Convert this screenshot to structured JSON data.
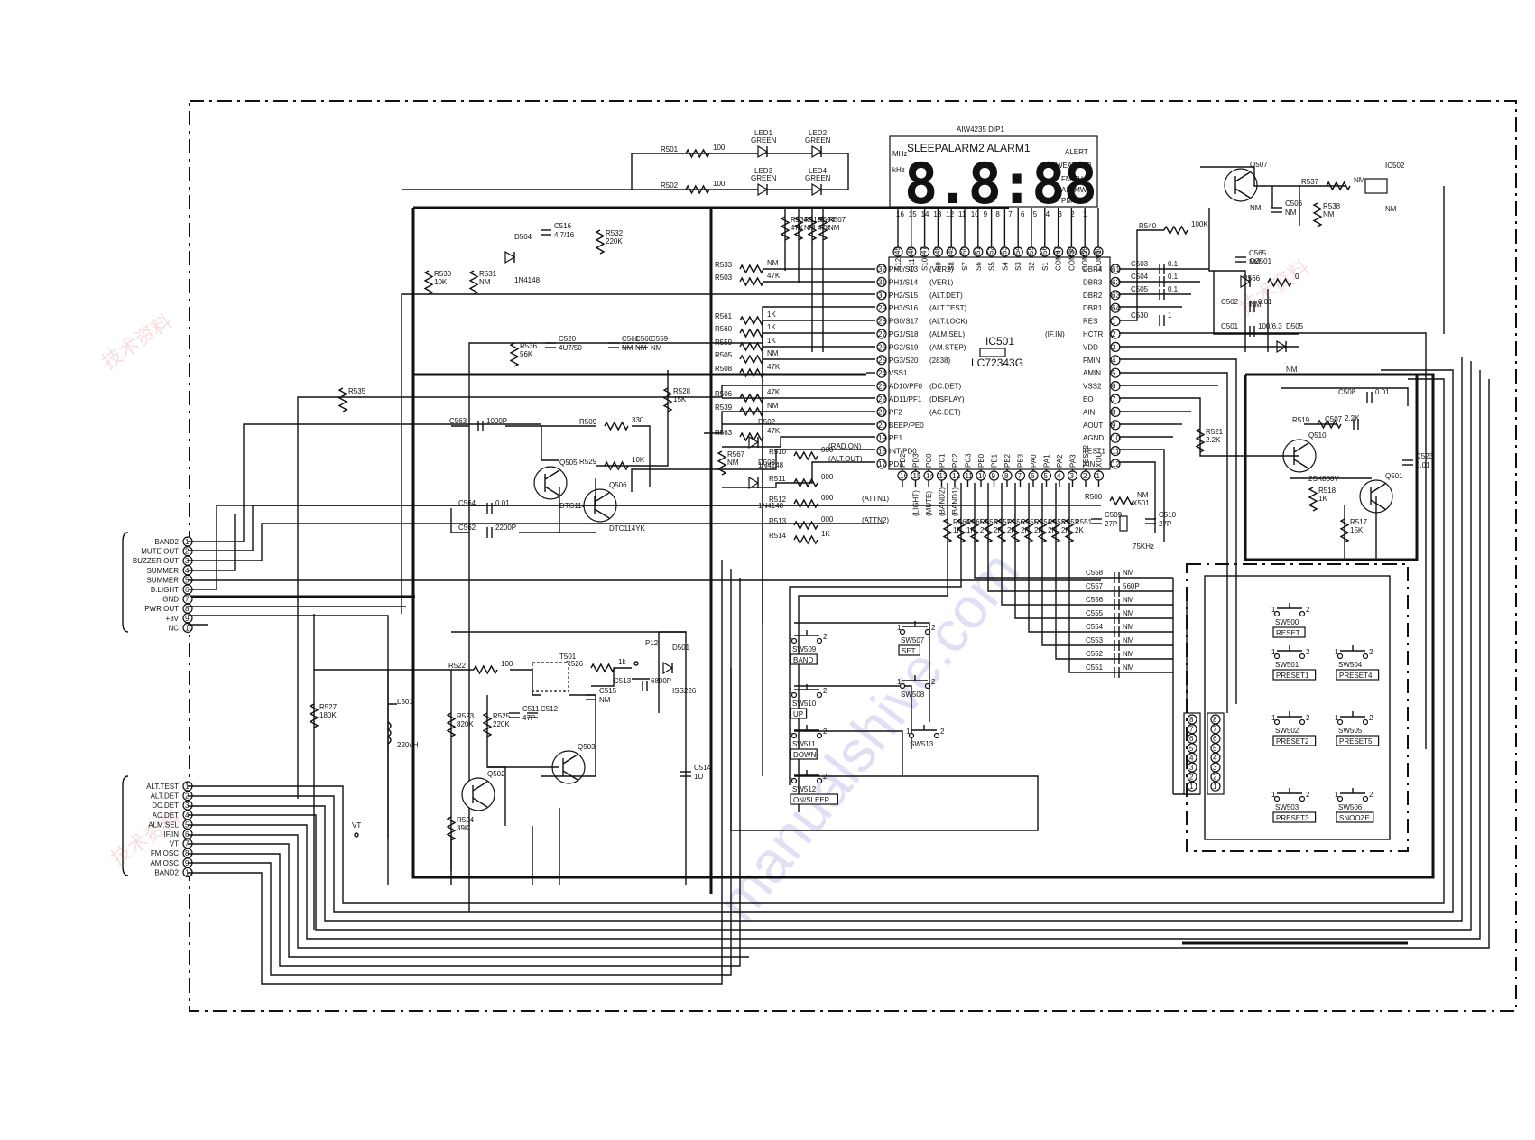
{
  "ic501": {
    "ref": "IC501",
    "part": "LC72343G"
  },
  "lcd": {
    "title": "AIW4235 DIP1",
    "indicators_top": "SLEEPALARM2 ALARM1",
    "alert": "ALERT",
    "weather": "WEATHER",
    "fm_tv": "FM  TV",
    "am_mw": "AM  MW",
    "pm_lw": "PM  LW",
    "mhz": "MHz",
    "khz": "kHz",
    "digits": "8.8:88",
    "pin_numbers": [
      "16",
      "15",
      "14",
      "13",
      "12",
      "11",
      "10",
      "9",
      "8",
      "7",
      "6",
      "5",
      "4",
      "3",
      "2",
      "1"
    ]
  },
  "ic_top_pins": [
    "S12",
    "S11",
    "S10",
    "S9",
    "S8",
    "S7",
    "S6",
    "S5",
    "S4",
    "S3",
    "S2",
    "S1",
    "COM4",
    "COM3",
    "COM2",
    "COM1"
  ],
  "ic_top_nums": [
    "45",
    "46",
    "47",
    "48",
    "49",
    "50",
    "51",
    "52",
    "53",
    "54",
    "55",
    "56",
    "57",
    "58",
    "59",
    "60"
  ],
  "ic_left_pins": [
    {
      "n": "32",
      "name": "PH0/S13",
      "fn": "(VER2)"
    },
    {
      "n": "31",
      "name": "PH1/S14",
      "fn": "(VER1)"
    },
    {
      "n": "30",
      "name": "PH2/S15",
      "fn": "(ALT.DET)"
    },
    {
      "n": "29",
      "name": "PH3/S16",
      "fn": "(ALT.TEST)"
    },
    {
      "n": "28",
      "name": "PG0/S17",
      "fn": "(ALT.LOCK)"
    },
    {
      "n": "27",
      "name": "PG1/S18",
      "fn": "(ALM.SEL)"
    },
    {
      "n": "26",
      "name": "PG2/S19",
      "fn": "(AM.STEP)"
    },
    {
      "n": "25",
      "name": "PG3/S20",
      "fn": "(2838)"
    },
    {
      "n": "24",
      "name": "VSS1",
      "fn": ""
    },
    {
      "n": "23",
      "name": "AD10/PF0",
      "fn": "(DC.DET)"
    },
    {
      "n": "22",
      "name": "AD11/PF1",
      "fn": "(DISPLAY)"
    },
    {
      "n": "21",
      "name": "PF2",
      "fn": "(AC.DET)"
    },
    {
      "n": "20",
      "name": "BEEP/PE0",
      "fn": ""
    },
    {
      "n": "19",
      "name": "PE1",
      "fn": ""
    },
    {
      "n": "18",
      "name": "INT/PD0",
      "fn": ""
    },
    {
      "n": "17",
      "name": "PD1",
      "fn": ""
    }
  ],
  "ic_right_pins": [
    {
      "n": "61",
      "name": "DBR4"
    },
    {
      "n": "62",
      "name": "DBR3"
    },
    {
      "n": "63",
      "name": "DBR2"
    },
    {
      "n": "64",
      "name": "DBR1"
    },
    {
      "n": "1",
      "name": "RES"
    },
    {
      "n": "2",
      "name": "HCTR",
      "fn": "(IF.IN)"
    },
    {
      "n": "3",
      "name": "VDD"
    },
    {
      "n": "4",
      "name": "FMIN"
    },
    {
      "n": "5",
      "name": "AMIN"
    },
    {
      "n": "6",
      "name": "VSS2"
    },
    {
      "n": "7",
      "name": "EO"
    },
    {
      "n": "8",
      "name": "AIN"
    },
    {
      "n": "9",
      "name": "AOUT"
    },
    {
      "n": "10",
      "name": "AGND"
    },
    {
      "n": "11",
      "name": "TEST1"
    },
    {
      "n": "12",
      "name": "XIN"
    }
  ],
  "ic_bottom_pins": [
    {
      "n": "16",
      "name": "PD2"
    },
    {
      "n": "15",
      "name": "PD3",
      "fn": "(LIGHT)"
    },
    {
      "n": "14",
      "name": "PC0",
      "fn": "(MUTE)"
    },
    {
      "n": "13",
      "name": "PC1",
      "fn": "(BAND2)"
    },
    {
      "n": "12",
      "name": "PC2",
      "fn": "(BAND1)"
    },
    {
      "n": "11",
      "name": "PC3"
    },
    {
      "n": "10",
      "name": "PB0"
    },
    {
      "n": "9",
      "name": "PB1"
    },
    {
      "n": "8",
      "name": "PB2"
    },
    {
      "n": "7",
      "name": "PB3"
    },
    {
      "n": "6",
      "name": "PA0"
    },
    {
      "n": "5",
      "name": "PA1"
    },
    {
      "n": "4",
      "name": "PA2"
    },
    {
      "n": "3",
      "name": "PA3"
    },
    {
      "n": "2",
      "name": "TEST2"
    },
    {
      "n": "1",
      "name": "XOUT"
    }
  ],
  "connector1": {
    "labels": [
      "BAND2",
      "MUTE OUT",
      "BUZZER OUT",
      "SUMMER",
      "SUMMER",
      "B.LIGHT",
      "GND",
      "PWR OUT",
      "+3V",
      "NC"
    ],
    "pins": [
      "1",
      "2",
      "3",
      "4",
      "5",
      "6",
      "7",
      "8",
      "9",
      "10"
    ]
  },
  "connector2": {
    "labels": [
      "ALT.TEST",
      "ALT.DET",
      "DC.DET",
      "AC.DET",
      "ALM.SEL",
      "IF.IN",
      "VT",
      "FM.OSC",
      "AM.OSC",
      "BAND2"
    ],
    "pins": [
      "1",
      "2",
      "3",
      "4",
      "5",
      "6",
      "7",
      "8",
      "9",
      "10"
    ]
  },
  "connector3": {
    "pins": [
      "8",
      "7",
      "6",
      "5",
      "4",
      "3",
      "2",
      "1"
    ]
  },
  "connector4": {
    "pins": [
      "8",
      "7",
      "6",
      "5",
      "4",
      "3",
      "2",
      "1"
    ]
  },
  "leds": [
    {
      "ref": "LED1",
      "color": "GREEN"
    },
    {
      "ref": "LED2",
      "color": "GREEN"
    },
    {
      "ref": "LED3",
      "color": "GREEN"
    },
    {
      "ref": "LED4",
      "color": "GREEN"
    }
  ],
  "resistors": {
    "R501": "100",
    "R502": "100",
    "R534": "47K",
    "R515": "NM",
    "R504": "47K",
    "R507": "NM",
    "R533": "NM",
    "R503": "47K",
    "R561": "1K",
    "R560": "1K",
    "R559": "1K",
    "R505": "NM",
    "R508": "47K",
    "R506": "47K",
    "R539": "NM",
    "R563": "47K",
    "R510": "000",
    "R567": "NM",
    "R511": "000",
    "R512": "000",
    "R513": "000",
    "R514": "1K",
    "R509": "330",
    "R529": "10K",
    "R528": "15K",
    "R530": "10K",
    "R531": "NM",
    "R532": "220K",
    "R536": "56K",
    "R535": "",
    "R540": "100K",
    "R537": "NM",
    "R538": "NM",
    "R566": "0",
    "R500": "NM",
    "R519": "2.2K",
    "R521": "2.2K",
    "R518": "1K",
    "R517": "15K",
    "R522": "100",
    "R523": "820K",
    "R525": "220K",
    "R526": "1k",
    "R524": "39K",
    "R527": "180K",
    "R564": "1K",
    "R565": "1K",
    "R558": "2K",
    "R557": "2K",
    "R556": "2K",
    "R555": "2K",
    "R554": "2K",
    "R553": "2K",
    "R552": "2K",
    "R551": "2K"
  },
  "capacitors": {
    "C516": "4.7/16",
    "C520": "4U7/50",
    "C561": "NM",
    "C560": "NM",
    "C559": "NM",
    "C563": "1000P",
    "C564": "0.01",
    "C562": "2200P",
    "C503": "0.1",
    "C504": "0.1",
    "C505": "0.1",
    "C530": "1",
    "C506": "NM",
    "C565": "NM",
    "C502": "0.01",
    "C501": "100/6.3",
    "C508": "0.01",
    "C507": "",
    "C523": "0.01",
    "C509": "27P",
    "C510": "27P",
    "C558": "NM",
    "C557": "560P",
    "C556": "NM",
    "C555": "NM",
    "C554": "NM",
    "C553": "NM",
    "C552": "NM",
    "C551": "NM",
    "C511": "47P",
    "C512": "",
    "C515": "NM",
    "C513": "6800P",
    "C514": "1U"
  },
  "semis": {
    "D504": "1N4148",
    "D502": "1N4148",
    "D503": "1N4148",
    "D505": "NM",
    "DZ501": "NM",
    "D501": "ISS226",
    "Q505": "DTC114YK",
    "Q506": "DTC114YK",
    "Q507": "NM",
    "Q510": "2SK880Y",
    "Q501": "",
    "Q502": "",
    "Q503": "",
    "IC502": "NM",
    "X501": "75KHz",
    "L501": "220uH",
    "T501": "",
    "P12": "P12"
  },
  "net_labels": {
    "rad_on": "(RAD.ON)",
    "alt_out": "(ALT.OUT)",
    "attn1": "(ATTN1)",
    "attn2": "(ATTN2)",
    "vt": "VT",
    "if_in": "(IF.IN)"
  },
  "switches": [
    {
      "ref": "SW509",
      "label": "BAND"
    },
    {
      "ref": "SW507",
      "label": "SET"
    },
    {
      "ref": "SW510",
      "label": "UP"
    },
    {
      "ref": "SW508",
      "label": ""
    },
    {
      "ref": "SW511",
      "label": "DOWN"
    },
    {
      "ref": "SW513",
      "label": ""
    },
    {
      "ref": "SW512",
      "label": "ON/SLEEP"
    },
    {
      "ref": "SW500",
      "label": "RESET"
    },
    {
      "ref": "SW501",
      "label": "PRESET1"
    },
    {
      "ref": "SW504",
      "label": "PRESET4"
    },
    {
      "ref": "SW502",
      "label": "PRESET2"
    },
    {
      "ref": "SW505",
      "label": "PRESET5"
    },
    {
      "ref": "SW503",
      "label": "PRESET3"
    },
    {
      "ref": "SW506",
      "label": "SNOOZE"
    }
  ],
  "watermarks": [
    "manualshive.com"
  ]
}
